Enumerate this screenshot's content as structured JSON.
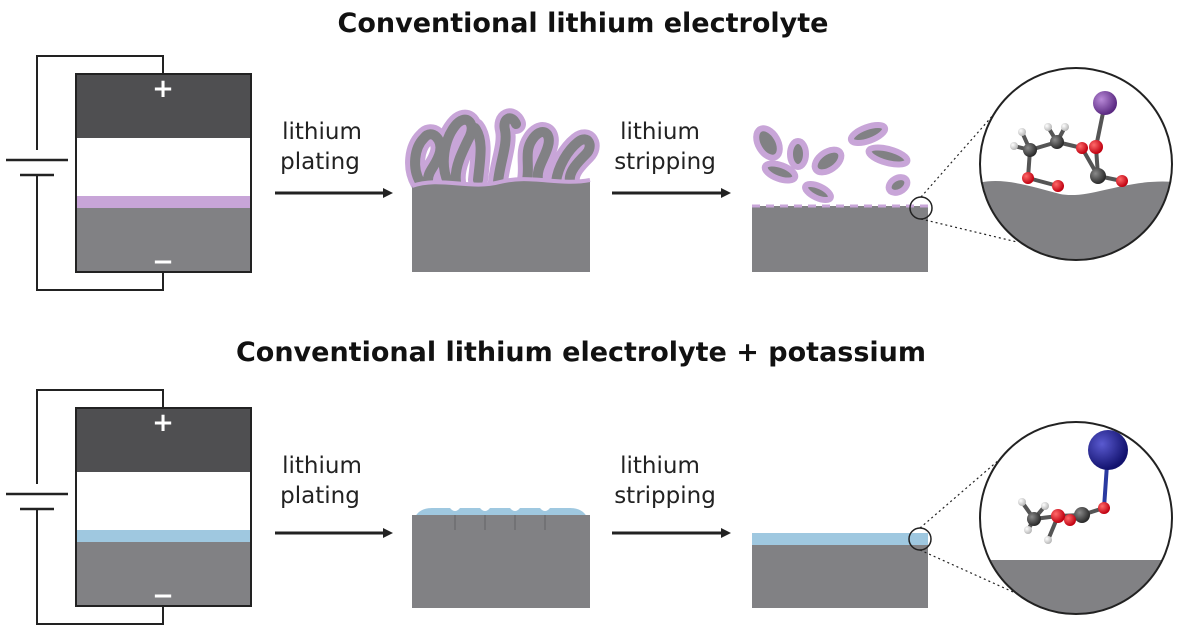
{
  "titles": {
    "top": "Conventional lithium electrolyte",
    "bottom": "Conventional lithium electrolyte + potassium"
  },
  "labels": {
    "plating_1": "lithium",
    "plating_2": "plating",
    "stripping_1": "lithium",
    "stripping_2": "stripping"
  },
  "battery": {
    "plus": "+",
    "minus": "−"
  },
  "colors": {
    "dark_electrode": "#4f4f51",
    "gray_electrode": "#818184",
    "purple_layer": "#c8a5d8",
    "blue_layer": "#9fc8e0",
    "oxygen": "#e01420",
    "carbon": "#3c3c3c",
    "hydrogen": "#e4e4e4",
    "lithium_atom": "#7a3fa3",
    "potassium_atom": "#23239a",
    "outline": "#222222"
  }
}
